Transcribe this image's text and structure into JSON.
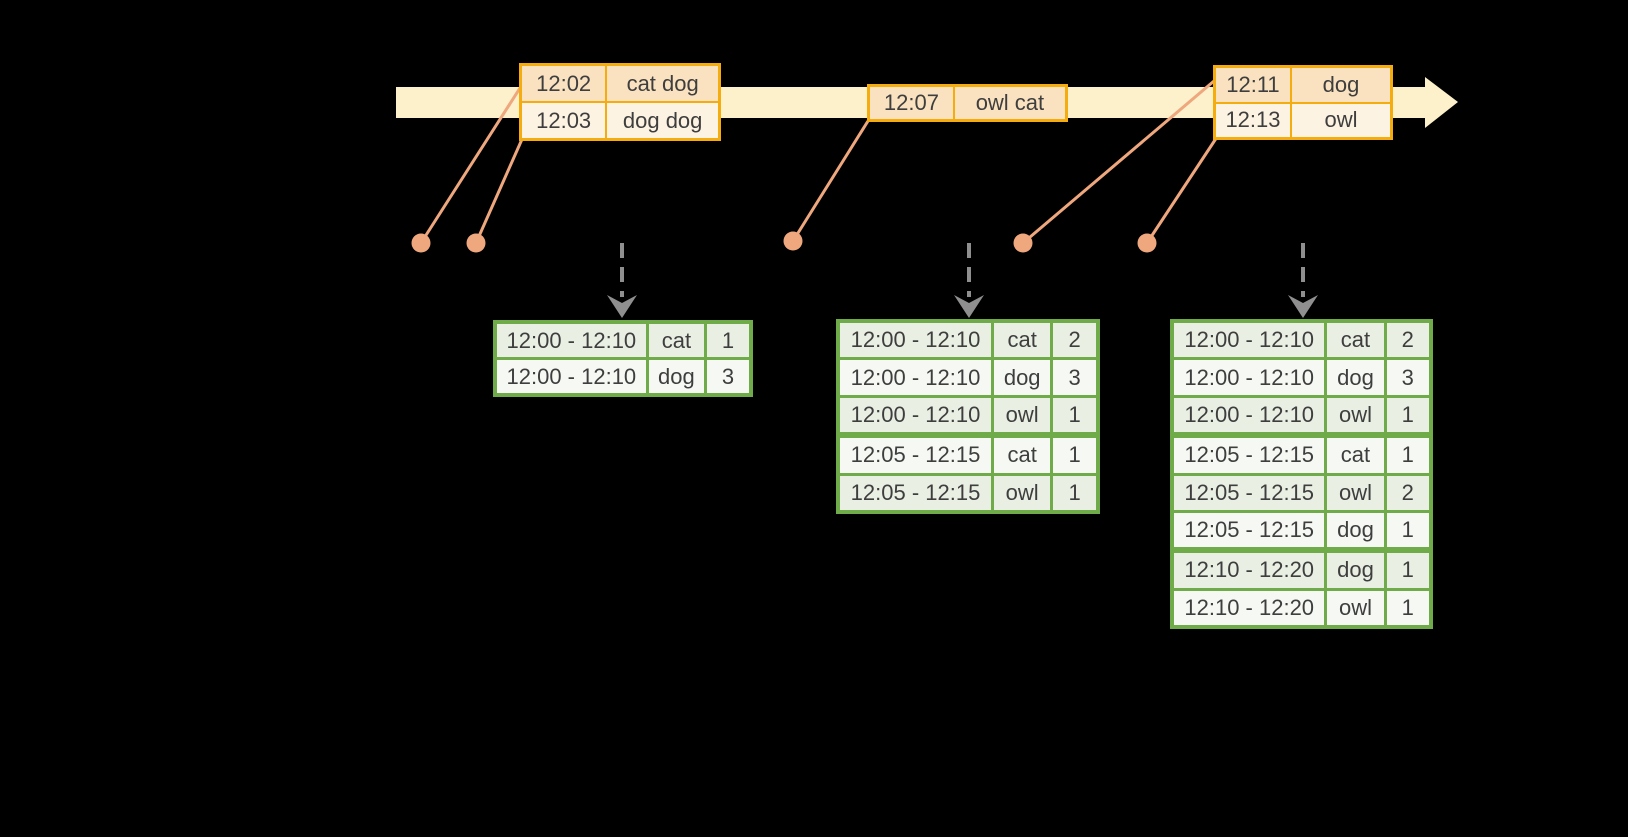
{
  "colors": {
    "background": "#000000",
    "timeline_band": "#FCF1CB",
    "event_border": "#F5AC0E",
    "event_fill_peach": "#FAE2C0",
    "event_fill_cream": "#FDF3E2",
    "marker": "#EFA77E",
    "trigger_arrow": "#8F8F8F",
    "table_border": "#6FAC49",
    "table_row_green": "#E9EFE3",
    "table_row_white": "#F6F9F3",
    "text": "#3E3E3E"
  },
  "timeline_events": [
    {
      "rows": [
        {
          "time": "12:02",
          "words": "cat dog",
          "tone": "peach"
        },
        {
          "time": "12:03",
          "words": "dog dog",
          "tone": "cream"
        }
      ]
    },
    {
      "rows": [
        {
          "time": "12:07",
          "words": "owl cat",
          "tone": "peach"
        }
      ]
    },
    {
      "rows": [
        {
          "time": "12:11",
          "words": "dog",
          "tone": "peach"
        },
        {
          "time": "12:13",
          "words": "owl",
          "tone": "cream"
        }
      ]
    }
  ],
  "result_tables": [
    {
      "rows": [
        {
          "window": "12:00 - 12:10",
          "key": "cat",
          "count": "1",
          "group_start": false
        },
        {
          "window": "12:00 - 12:10",
          "key": "dog",
          "count": "3",
          "group_start": false
        }
      ]
    },
    {
      "rows": [
        {
          "window": "12:00 - 12:10",
          "key": "cat",
          "count": "2",
          "group_start": false
        },
        {
          "window": "12:00 - 12:10",
          "key": "dog",
          "count": "3",
          "group_start": false
        },
        {
          "window": "12:00 - 12:10",
          "key": "owl",
          "count": "1",
          "group_start": false
        },
        {
          "window": "12:05 - 12:15",
          "key": "cat",
          "count": "1",
          "group_start": true
        },
        {
          "window": "12:05 - 12:15",
          "key": "owl",
          "count": "1",
          "group_start": false
        }
      ]
    },
    {
      "rows": [
        {
          "window": "12:00 - 12:10",
          "key": "cat",
          "count": "2",
          "group_start": false
        },
        {
          "window": "12:00 - 12:10",
          "key": "dog",
          "count": "3",
          "group_start": false
        },
        {
          "window": "12:00 - 12:10",
          "key": "owl",
          "count": "1",
          "group_start": false
        },
        {
          "window": "12:05 - 12:15",
          "key": "cat",
          "count": "1",
          "group_start": true
        },
        {
          "window": "12:05 - 12:15",
          "key": "owl",
          "count": "2",
          "group_start": false
        },
        {
          "window": "12:05 - 12:15",
          "key": "dog",
          "count": "1",
          "group_start": false
        },
        {
          "window": "12:10 - 12:20",
          "key": "dog",
          "count": "1",
          "group_start": true
        },
        {
          "window": "12:10 - 12:20",
          "key": "owl",
          "count": "1",
          "group_start": false
        }
      ]
    }
  ]
}
